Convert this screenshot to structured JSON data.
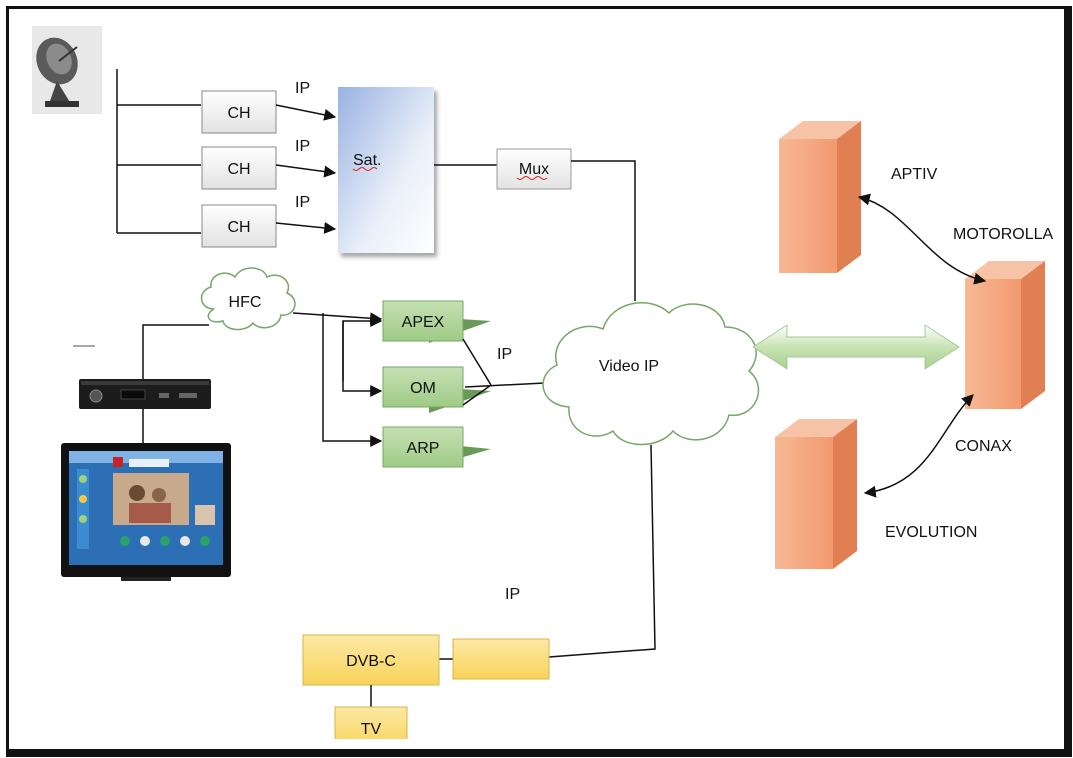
{
  "diagram": {
    "channels": [
      {
        "label": "CH",
        "link_label": "IP"
      },
      {
        "label": "CH",
        "link_label": "IP"
      },
      {
        "label": "CH",
        "link_label": "IP"
      }
    ],
    "sat_label": "Sat.",
    "mux_label": "Mux",
    "hfc_label": "HFC",
    "edge_devices": [
      "APEX",
      "OM",
      "ARP"
    ],
    "edge_ip_label": "IP",
    "cloud_label": "Video IP",
    "right_servers": {
      "aptiv": "APTIV",
      "motorolla": "MOTOROLLA",
      "conax": "CONAX",
      "evolution": "EVOLUTION"
    },
    "dvb_label": "DVB-C",
    "tv_label": "TV",
    "bottom_ip_label": "IP",
    "colors": {
      "gray_box": "#f2f2f2",
      "sat_gradient_start": "#98b2e0",
      "green_box": "#a8d08d",
      "orange_server": "#f4a07a",
      "yellow_box": "#fbdb70",
      "cloud_outline": "#7aa56a",
      "double_arrow": "#c8e3b4"
    },
    "icons": [
      "satellite-dish-icon",
      "set-top-box-icon",
      "television-icon"
    ]
  }
}
